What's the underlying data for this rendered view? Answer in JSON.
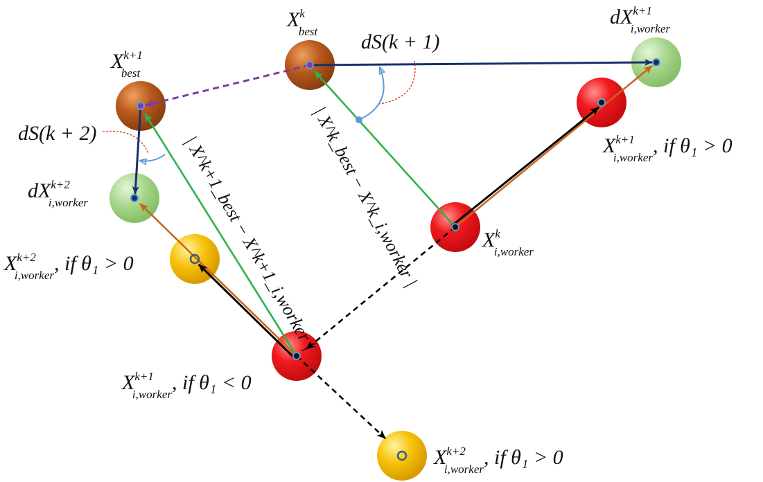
{
  "labels": {
    "x_best_k": {
      "base": "X",
      "sup": "k",
      "sub": "best"
    },
    "x_best_k1": {
      "base": "X",
      "sup": "k+1",
      "sub": "best"
    },
    "dx_worker_k1": {
      "base": "dX",
      "sup": "k+1",
      "sub": "i,worker"
    },
    "dx_worker_k2": {
      "base": "dX",
      "sup": "k+2",
      "sub": "i,worker"
    },
    "x_worker_k": {
      "base": "X",
      "sup": "k",
      "sub": "i,worker"
    },
    "x_worker_k1_pos": {
      "base": "X",
      "sup": "k+1",
      "sub": "i,worker",
      "cond": ", if θ₁ > 0"
    },
    "x_worker_k1_neg": {
      "base": "X",
      "sup": "k+1",
      "sub": "i,worker",
      "cond": ", if θ₁ < 0"
    },
    "x_worker_k2_left": {
      "base": "X",
      "sup": "k+2",
      "sub": "i,worker",
      "cond": ", if θ₁ > 0"
    },
    "x_worker_k2_bottom": {
      "base": "X",
      "sup": "k+2",
      "sub": "i,worker",
      "cond": ", if θ₁ > 0"
    },
    "ds_k1": "dS(k + 1)",
    "ds_k2": "dS(k + 2)",
    "diff_k": "| X^k_best − X^k_i,worker |",
    "diff_k1": "| X^k+1_best − X^k+1_i,worker |"
  },
  "colors": {
    "red_node": "#e8161b",
    "brown_node": "#b85a1c",
    "green_node": "#a6d48a",
    "gold_node": "#f2b705",
    "navy_arrow": "#16306b",
    "green_arrow": "#2db34a",
    "orange_arrow": "#c8661e",
    "purple_dash": "#7e3aa6",
    "black_arrow": "#000000",
    "angle_arc": "#5b9bd5",
    "leader": "#e0301e"
  }
}
